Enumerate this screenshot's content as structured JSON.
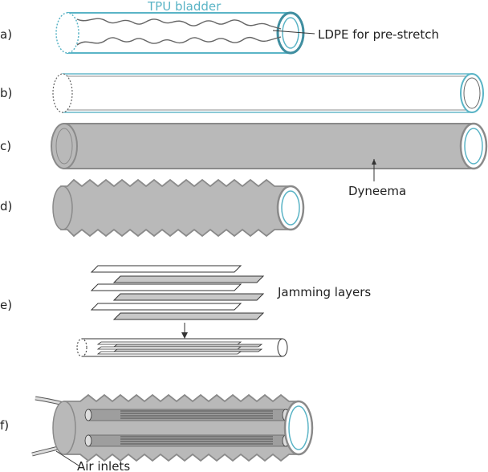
{
  "steps": {
    "a": "a)",
    "b": "b)",
    "c": "c)",
    "d": "d)",
    "e": "e)",
    "f": "f)"
  },
  "annotations": {
    "tpu_bladder": "TPU bladder",
    "ldpe": "LDPE for pre-stretch",
    "dyneema": "Dyneema",
    "jamming_layers": "Jamming layers",
    "air_inlets": "Air inlets"
  },
  "colors": {
    "tpu": "#5ab4c6",
    "ldpe": "#666666",
    "dyneema_fill": "#b9b9b9",
    "dyneema_edge": "#8a8a8a",
    "layer_fill": "#c8c8c8",
    "outline": "#333333"
  }
}
